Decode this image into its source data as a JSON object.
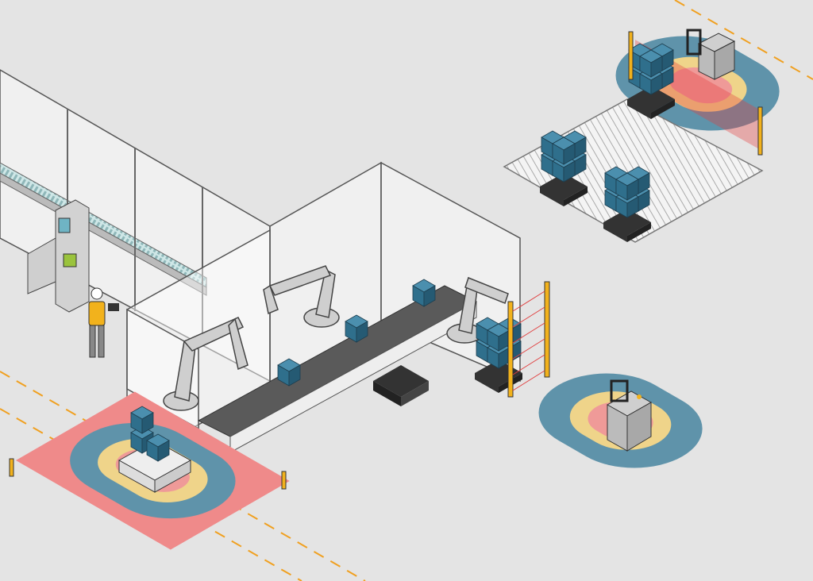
{
  "scene": {
    "description_text": "",
    "colors": {
      "background": "#e4e4e4",
      "zone_outer_red": "#ef8a8a",
      "zone_blue": "#5f93aa",
      "zone_yellow": "#efd48a",
      "zone_inner_pink": "#ef9a98",
      "crate_blue": "#2f6f8c",
      "safety_yellow": "#f2b21c",
      "dash_line": "#f0a020",
      "robot_gray": "#c9c9c9",
      "light_curtain_red": "#e04040"
    },
    "icons": [
      "industrial-robot-arm",
      "agv-forklift",
      "light-curtain",
      "worker",
      "control-cabinet",
      "conveyor",
      "pallet-crates"
    ]
  }
}
